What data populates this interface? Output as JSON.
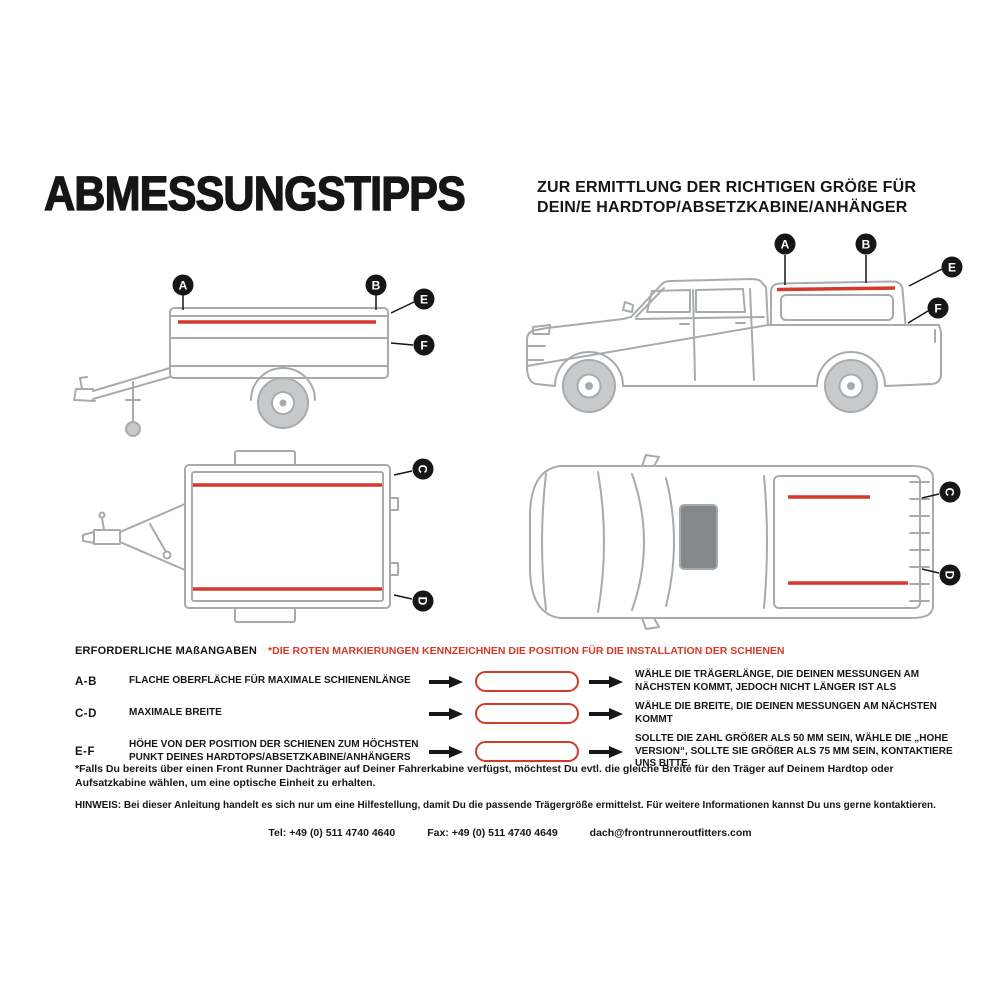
{
  "colors": {
    "accent_red": "#d4392b",
    "line_gray": "#a8abad",
    "ink": "#161616"
  },
  "header": {
    "title": "ABMESSUNGSTIPPS",
    "subtitle_line1": "ZUR ERMITTLUNG DER RICHTIGEN GRÖßE FÜR",
    "subtitle_line2": "DEIN/E HARDTOP/ABSETZKABINE/ANHÄNGER"
  },
  "callouts": {
    "a": "A",
    "b": "B",
    "c": "C",
    "d": "D",
    "e": "E",
    "f": "F"
  },
  "measurements": {
    "heading": "ERFORDERLICHE MAßANGABEN",
    "red_note": "*DIE ROTEN MARKIERUNGEN KENNZEICHNEN DIE POSITION FÜR DIE INSTALLATION DER SCHIENEN",
    "rows": [
      {
        "key": "A-B",
        "description": "FLACHE OBERFLÄCHE FÜR MAXIMALE SCHIENENLÄNGE",
        "result": "WÄHLE DIE TRÄGERLÄNGE, DIE DEINEN MESSUNGEN AM NÄCHSTEN KOMMT, JEDOCH NICHT LÄNGER IST ALS"
      },
      {
        "key": "C-D",
        "description": "MAXIMALE BREITE",
        "result": "WÄHLE DIE BREITE, DIE DEINEN MESSUNGEN AM NÄCHSTEN KOMMT"
      },
      {
        "key": "E-F",
        "description": "HÖHE VON DER POSITION DER SCHIENEN ZUM HÖCHSTEN PUNKT DEINES HARDTOPS/ABSETZKABINE/ANHÄNGERS",
        "result": "SOLLTE DIE ZAHL GRÖßER ALS 50 MM SEIN, WÄHLE DIE „HOHE VERSION“, SOLLTE SIE GRÖßER ALS 75 MM SEIN, KONTAKTIERE UNS BITTE."
      }
    ]
  },
  "footnotes": {
    "asterisk_note": "*Falls Du bereits über einen Front Runner Dachträger auf Deiner Fahrerkabine verfügst, möchtest Du evtl. die gleiche Breite für den Träger auf Deinem Hardtop oder Aufsatzkabine wählen, um eine optische Einheit zu erhalten.",
    "hinweis": "HINWEIS: Bei dieser Anleitung handelt es sich nur um eine Hilfestellung, damit Du die passende Trägergröße ermittelst. Für weitere Informationen kannst Du uns gerne kontaktieren."
  },
  "contact": {
    "tel": "Tel: +49 (0) 511 4740 4640",
    "fax": "Fax: +49 (0) 511 4740 4649",
    "email": "dach@frontrunneroutfitters.com"
  }
}
